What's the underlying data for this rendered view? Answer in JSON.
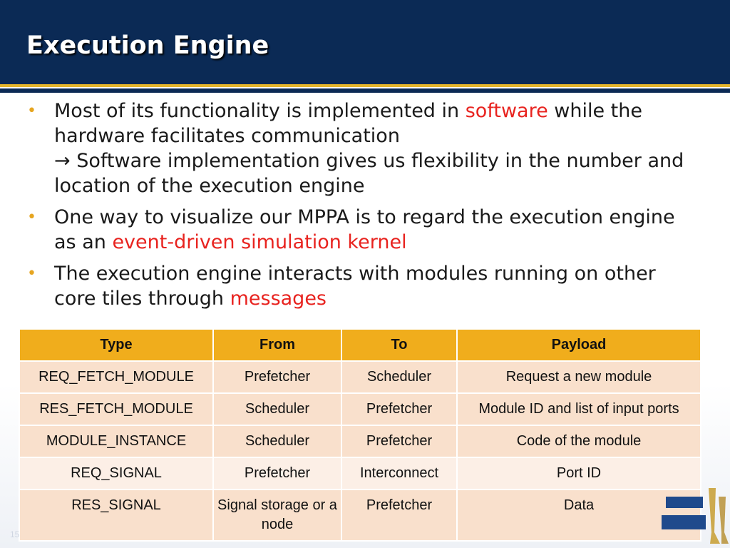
{
  "slide": {
    "title": "Execution Engine",
    "number": "15"
  },
  "bullets": [
    {
      "before": "Most of its functionality is implemented in ",
      "highlight": "software",
      "after": " while the hardware facilitates communication",
      "continuation": "Software implementation gives us flexibility in the number and location of the execution engine"
    },
    {
      "before": "One way to visualize our MPPA is to regard the execution engine as an ",
      "highlight": "event-driven simulation kernel",
      "after": ""
    },
    {
      "before": "The execution engine interacts with modules running on other core tiles through ",
      "highlight": "messages",
      "after": ""
    }
  ],
  "colors": {
    "header_bg": "#0b2a55",
    "accent_gold": "#e6b62c",
    "highlight_red": "#e8231f",
    "table_header": "#f0ad1c",
    "table_row_a": "#f9e0cc",
    "table_row_b": "#fcefe6"
  },
  "arrow_glyph": "→",
  "table": {
    "headers": [
      "Type",
      "From",
      "To",
      "Payload"
    ],
    "rows": [
      [
        "REQ_FETCH_MODULE",
        "Prefetcher",
        "Scheduler",
        "Request a new module"
      ],
      [
        "RES_FETCH_MODULE",
        "Scheduler",
        "Prefetcher",
        "Module ID and list of input ports"
      ],
      [
        "MODULE_INSTANCE",
        "Scheduler",
        "Prefetcher",
        "Code of the module"
      ],
      [
        "REQ_SIGNAL",
        "Prefetcher",
        "Interconnect",
        "Port ID"
      ],
      [
        "RES_SIGNAL",
        "Signal storage or a node",
        "Prefetcher",
        "Data"
      ]
    ]
  }
}
